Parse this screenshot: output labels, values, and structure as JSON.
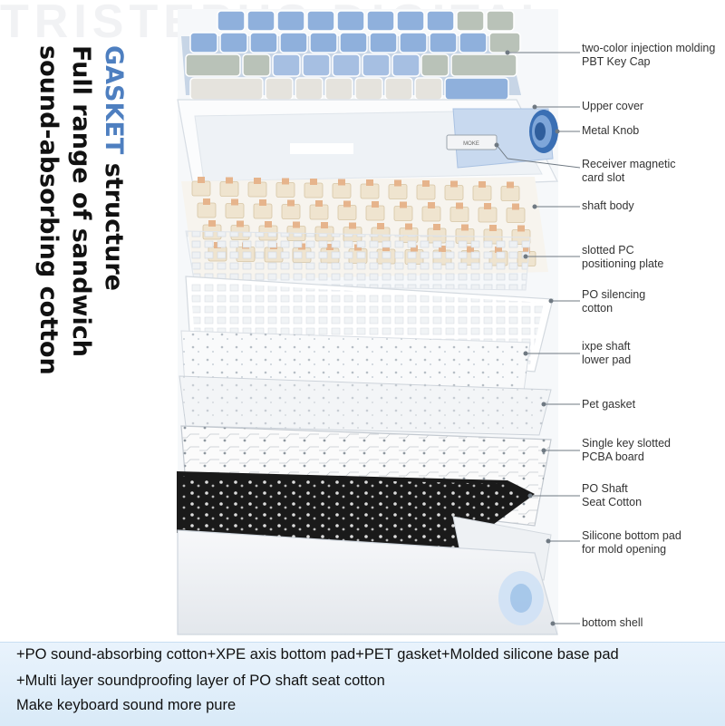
{
  "watermark": "TRISTEPUS DIGITAL",
  "heading": {
    "line1_accent": "GASKET",
    "line1_rest": " structure",
    "line2": "Full range of sandwich",
    "line3": "sound-absorbing cotton"
  },
  "labels": [
    {
      "line1": "two-color injection molding",
      "line2": "PBT Key Cap"
    },
    {
      "line1": "Upper cover",
      "line2": ""
    },
    {
      "line1": "Metal Knob",
      "line2": ""
    },
    {
      "line1": "Receiver magnetic",
      "line2": "card slot"
    },
    {
      "line1": "shaft body",
      "line2": ""
    },
    {
      "line1": "slotted PC",
      "line2": "positioning plate"
    },
    {
      "line1": "PO silencing",
      "line2": "cotton"
    },
    {
      "line1": "ixpe shaft",
      "line2": "lower pad"
    },
    {
      "line1": "Pet gasket",
      "line2": ""
    },
    {
      "line1": "Single key slotted",
      "line2": "PCBA board"
    },
    {
      "line1": "PO Shaft",
      "line2": "Seat Cotton"
    },
    {
      "line1": "Silicone bottom pad",
      "line2": "for mold opening"
    },
    {
      "line1": "bottom shell",
      "line2": ""
    }
  ],
  "receiver_text": "MOKE",
  "caption": {
    "line1": "+PO sound-absorbing cotton+XPE axis bottom pad+PET gasket+Molded silicone base pad",
    "line2": "+Multi layer soundproofing layer of PO shaft seat cotton",
    "line3": "Make keyboard sound more pure"
  },
  "colors": {
    "accent": "#4e7fc0",
    "keycap_blue": "#8fb0dc",
    "keycap_grey": "#b9c2b8",
    "plate_black": "#1a1a1a"
  }
}
